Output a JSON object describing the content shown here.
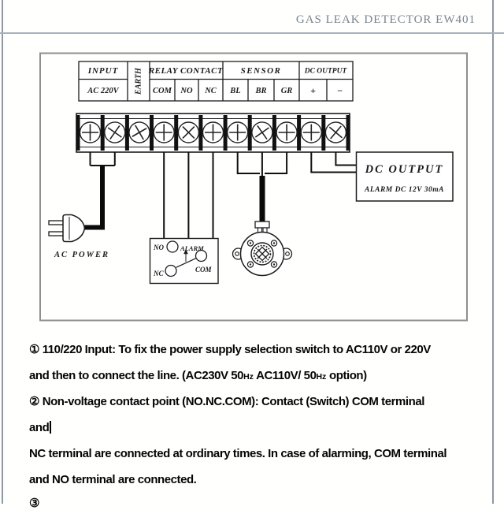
{
  "header": {
    "title": "GAS LEAK DETECTOR EW401"
  },
  "diagram": {
    "table": {
      "input_header": "INPUT",
      "input_value": "AC 220V",
      "earth_label": "EARTH",
      "relay_header": "RELAY CONTACT",
      "relay_cols": [
        "COM",
        "NO",
        "NC"
      ],
      "sensor_header": "SENSOR",
      "sensor_cols": [
        "BL",
        "BR",
        "GR"
      ],
      "dc_header": "DC OUTPUT",
      "dc_cols": [
        "+",
        "−"
      ]
    },
    "ac_power_label": "AC POWER",
    "relay_box": {
      "no_label": "NO",
      "alarm_label": "ALARM",
      "com_label": "COM",
      "nc_label": "NC"
    },
    "dc_output_box": {
      "title": "DC OUTPUT",
      "subtitle": "ALARM DC 12V 30mA"
    }
  },
  "notes": {
    "line1": "① 110/220 Input: To fix the power supply selection  switch to AC110V or 220V",
    "line2_part1": "and then to connect the line. (AC230V 50",
    "line2_hz1": "Hz",
    "line2_part2": "  AC110V/ 50",
    "line2_hz2": "Hz",
    "line2_part3": "  option)",
    "line3": "② Non-voltage contact point (NO.NC.COM): Contact (Switch) COM terminal",
    "line4": "and",
    "line5": "NC terminal are connected at ordinary times. In case of alarming, COM terminal",
    "line6": "and NO terminal  are connected.",
    "line7_partial": "③"
  },
  "colors": {
    "accent_line": "#a7b2bc",
    "header_text": "#79848e",
    "ink": "#1c1c1c"
  }
}
